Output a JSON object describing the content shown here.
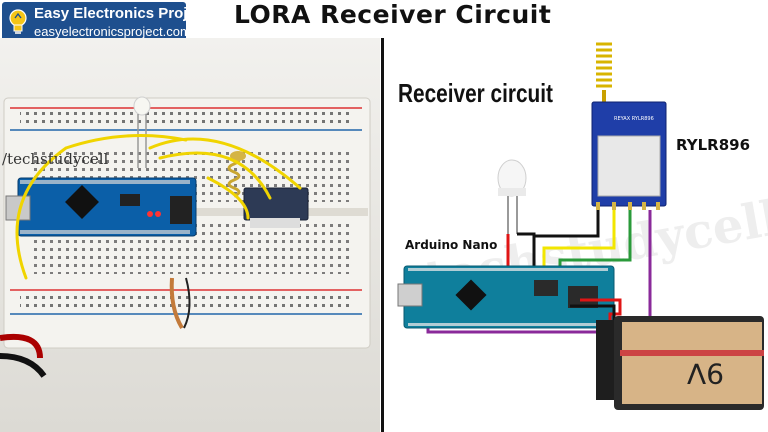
{
  "brand": {
    "name": "Easy Electronics Project",
    "website": "easyelectronicsproject.com",
    "logo_icon": "lightbulb-icon",
    "color": "#1e4f8e"
  },
  "title": "LORA Receiver Circuit",
  "photo": {
    "watermark": "/techstudycell"
  },
  "diagram": {
    "subtitle": "Receiver circuit",
    "module_label": "RYLR896",
    "board_label": "Arduino Nano",
    "battery_label": "9V",
    "module_chip_text": "REYAX RYLR896",
    "watermark": "techstudycell"
  },
  "colors": {
    "module_pcb": "#1f3ea8",
    "nano_pcb": "#0f7f9c",
    "battery_top": "#2a2a2a",
    "battery_label": "#d7b487",
    "wire_red": "#e01515",
    "wire_black": "#111111",
    "wire_yellow": "#f2e600",
    "wire_purple": "#8a2a9a",
    "wire_green": "#2a9a3a"
  }
}
